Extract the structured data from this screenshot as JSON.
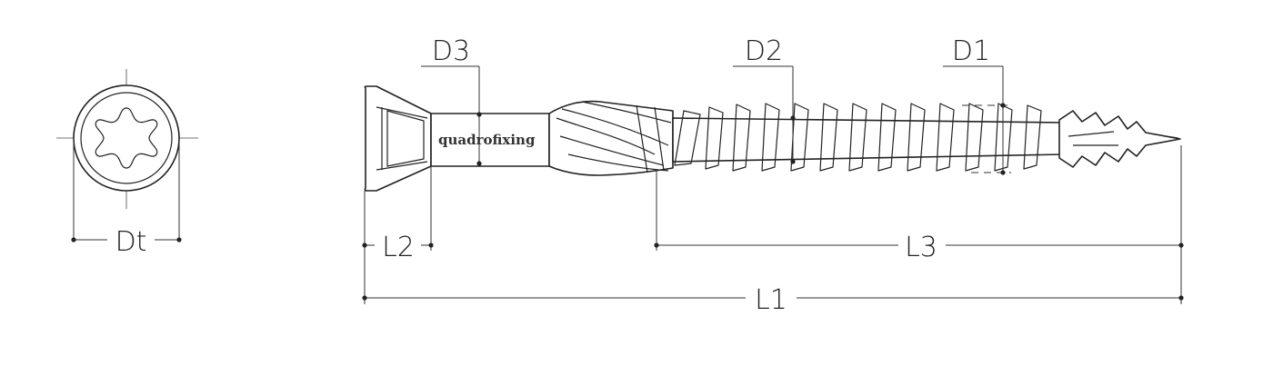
{
  "labels": {
    "dt": "Dt",
    "d1": "D1",
    "d2": "D2",
    "d3": "D3",
    "l1": "L1",
    "l2": "L2",
    "l3": "L3"
  },
  "brand": "quadrofixing",
  "colors": {
    "line": "#222222",
    "background": "#ffffff"
  }
}
